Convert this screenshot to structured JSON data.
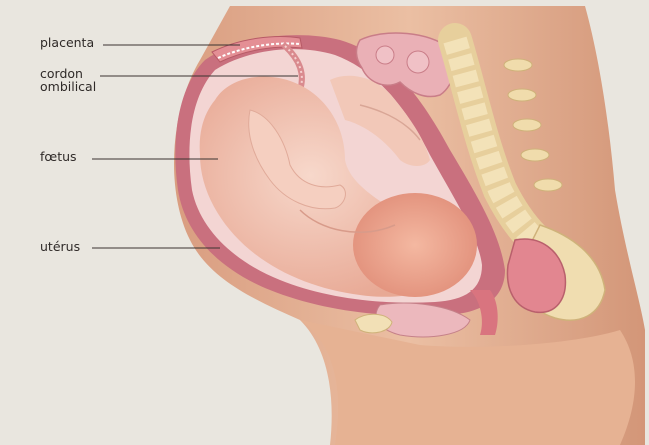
{
  "labels": {
    "placenta": "placenta",
    "cordon_line1": "cordon",
    "cordon_line2": "ombilical",
    "foetus": "fœtus",
    "uterus": "utérus"
  },
  "colors": {
    "paper": "#e9e6df",
    "skin": "#e8b79a",
    "uterus_wall": "#c9707e",
    "amniotic": "#f3d5d3",
    "fetus": "#f2c4b3",
    "spine": "#f0ddb0",
    "leader_line": "#3a3330"
  }
}
